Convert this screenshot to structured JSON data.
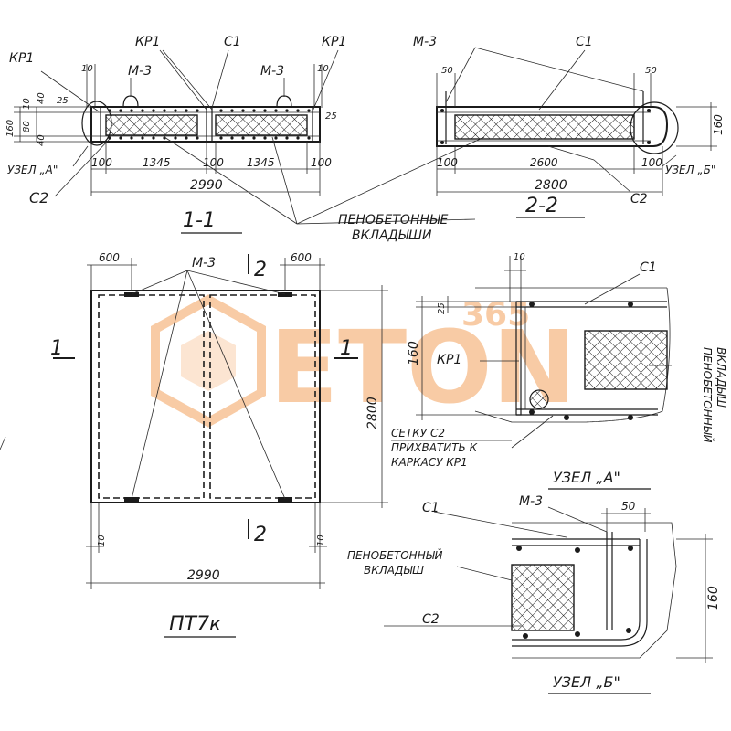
{
  "section_1_1": {
    "title": "1-1",
    "label_kr1_left_top": "КР1",
    "label_kr1_mid": "КР1",
    "label_kr1_right": "КР1",
    "label_c1": "С1",
    "label_m3_left": "М-3",
    "label_m3_right": "М-3",
    "label_c2": "С2",
    "node_a": "УЗЕЛ „А\"",
    "dim_10_left": "10",
    "dim_10_right": "10",
    "dim_25_left": "25",
    "dim_25_right": "25",
    "dim_160": "160",
    "dim_10_v1": "10",
    "dim_80": "80",
    "dim_40_a": "40",
    "dim_40_b": "40",
    "dim_100_a": "100",
    "dim_1345_a": "1345",
    "dim_100_b": "100",
    "dim_1345_b": "1345",
    "dim_100_c": "100",
    "dim_total": "2990"
  },
  "section_2_2": {
    "title": "2-2",
    "label_m3": "М-3",
    "label_c1": "С1",
    "label_c2": "С2",
    "node_b": "УЗЕЛ „Б\"",
    "dim_50_left": "50",
    "dim_50_right": "50",
    "dim_160": "160",
    "dim_100_a": "100",
    "dim_2600": "2600",
    "dim_100_b": "100",
    "dim_total": "2800"
  },
  "foam_label": {
    "line1": "ПЕНОБЕТОННЫЕ",
    "line2": "ВКЛАДЫШИ"
  },
  "plan": {
    "title": "ПТ7к",
    "label_m3": "М-3",
    "section_1_left": "1",
    "section_1_right": "1",
    "section_2_top": "2",
    "section_2_bottom": "2",
    "dim_600_left": "600",
    "dim_600_right": "600",
    "dim_2800": "2800",
    "dim_10_left": "10",
    "dim_10_right": "10",
    "dim_2990": "2990"
  },
  "node_a_detail": {
    "title": "УЗЕЛ „А\"",
    "label_c1": "С1",
    "label_kr1": "КР1",
    "dim_10": "10",
    "dim_25": "25",
    "dim_160": "160",
    "note_line1": "СЕТКУ С2",
    "note_line2": "ПРИХВАТИТЬ К",
    "note_line3": "КАРКАСУ КР1",
    "foam_vertical_1": "ПЕНОБЕТОННЫЙ",
    "foam_vertical_2": "ВКЛАДЫШ"
  },
  "node_b_detail": {
    "title": "УЗЕЛ „Б\"",
    "label_c1": "С1",
    "label_m3": "М-3",
    "label_c2": "С2",
    "dim_50": "50",
    "dim_160": "160",
    "foam_line1": "ПЕНОБЕТОННЫЙ",
    "foam_line2": "ВКЛАДЫШ"
  },
  "watermark": {
    "text": "ETON",
    "small": "365",
    "color": "#f3a25c"
  }
}
